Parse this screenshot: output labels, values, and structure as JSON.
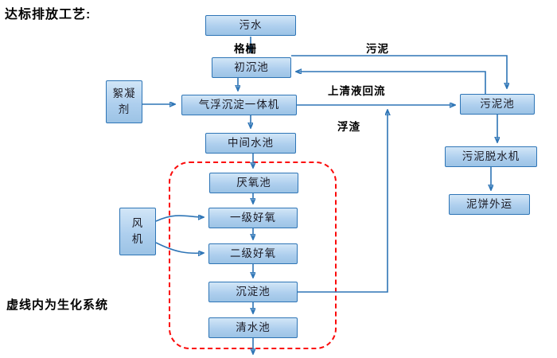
{
  "title": "达标排放工艺:",
  "note": "虚线内为生化系统",
  "colors": {
    "accent": "#2e75b6",
    "box_fill": "#aecfee",
    "box_border": "#2e75b6",
    "dashed_border": "#ff0000"
  },
  "nodes": {
    "sewage": {
      "label": "污水"
    },
    "primary_sedimentation": {
      "label": "初沉池"
    },
    "flocculant": {
      "label": "絮凝剂"
    },
    "air_flotation": {
      "label": "气浮沉淀一体机"
    },
    "intermediate_tank": {
      "label": "中间水池"
    },
    "anaerobic_tank": {
      "label": "厌氧池"
    },
    "aerobic_stage1": {
      "label": "一级好氧"
    },
    "aerobic_stage2": {
      "label": "二级好氧"
    },
    "blower": {
      "label": "风机"
    },
    "sedimentation_tank": {
      "label": "沉淀池"
    },
    "clear_water_tank": {
      "label": "清水池"
    },
    "sludge_tank": {
      "label": "污泥池"
    },
    "sludge_dewatering": {
      "label": "污泥脱水机"
    },
    "mud_cake_out": {
      "label": "泥饼外运"
    }
  },
  "edge_labels": {
    "grid": "格栅",
    "sludge": "污泥",
    "supernatant_return": "上清液回流",
    "scum": "浮渣"
  }
}
